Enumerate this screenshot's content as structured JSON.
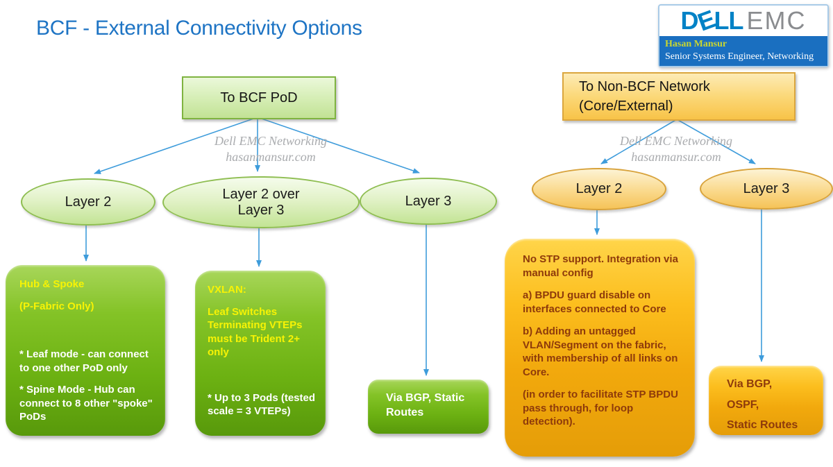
{
  "title": "BCF - External Connectivity Options",
  "logo": {
    "brand": {
      "d": "D",
      "e": "E",
      "ll": "LL",
      "emc": "EMC"
    },
    "owner": "Hasan Mansur",
    "role": "Senior Systems Engineer, Networking"
  },
  "watermark": {
    "line1": "Dell EMC Networking",
    "line2": "hasanmansur.com"
  },
  "bcf": {
    "root": "To BCF PoD",
    "layer2": {
      "label": "Layer 2"
    },
    "layer2over3": {
      "label": "Layer 2 over Layer 3"
    },
    "layer3": {
      "label": "Layer 3"
    },
    "hub_box": {
      "heading1": "Hub & Spoke",
      "heading2": "(P-Fabric Only)",
      "point1": "* Leaf mode - can connect to one other PoD only",
      "point2": "* Spine Mode - Hub can connect to 8 other \"spoke\" PoDs"
    },
    "vxlan_box": {
      "heading1": "VXLAN:",
      "heading2": "Leaf Switches Terminating VTEPs must be Trident 2+ only",
      "point1": "* Up to 3 Pods (tested scale = 3 VTEPs)"
    },
    "l3_box": {
      "text": "Via BGP, Static Routes"
    }
  },
  "nonbcf": {
    "root": "To Non-BCF Network (Core/External)",
    "layer2": {
      "label": "Layer 2"
    },
    "layer3": {
      "label": "Layer 3"
    },
    "l2_box": {
      "p1": "No STP support. Integration via manual config",
      "p2": "a) BPDU guard disable on interfaces connected to Core",
      "p3": "b) Adding an untagged VLAN/Segment on the fabric, with membership of all links on Core.",
      "p4": "(in order to facilitate STP BPDU pass through, for loop detection)."
    },
    "l3_box": {
      "line1": "Via BGP,",
      "line2": "OSPF,",
      "line3": "Static Routes"
    }
  },
  "colors": {
    "title_blue": "#1E74C4",
    "arrow_blue": "#3E9CDB",
    "green_panel_top": "#A8D65A",
    "green_panel_bottom": "#58990B",
    "orange_panel_top": "#FFD54A",
    "orange_panel_bottom": "#E59D08",
    "highlight_yellow": "#F7F305",
    "detail_maroon": "#8E3A0B",
    "watermark_gray": "#A9ABAE",
    "dell_blue": "#0082C6",
    "emc_gray": "#8A8C8F",
    "logo_bar_blue": "#1A6FC0"
  }
}
